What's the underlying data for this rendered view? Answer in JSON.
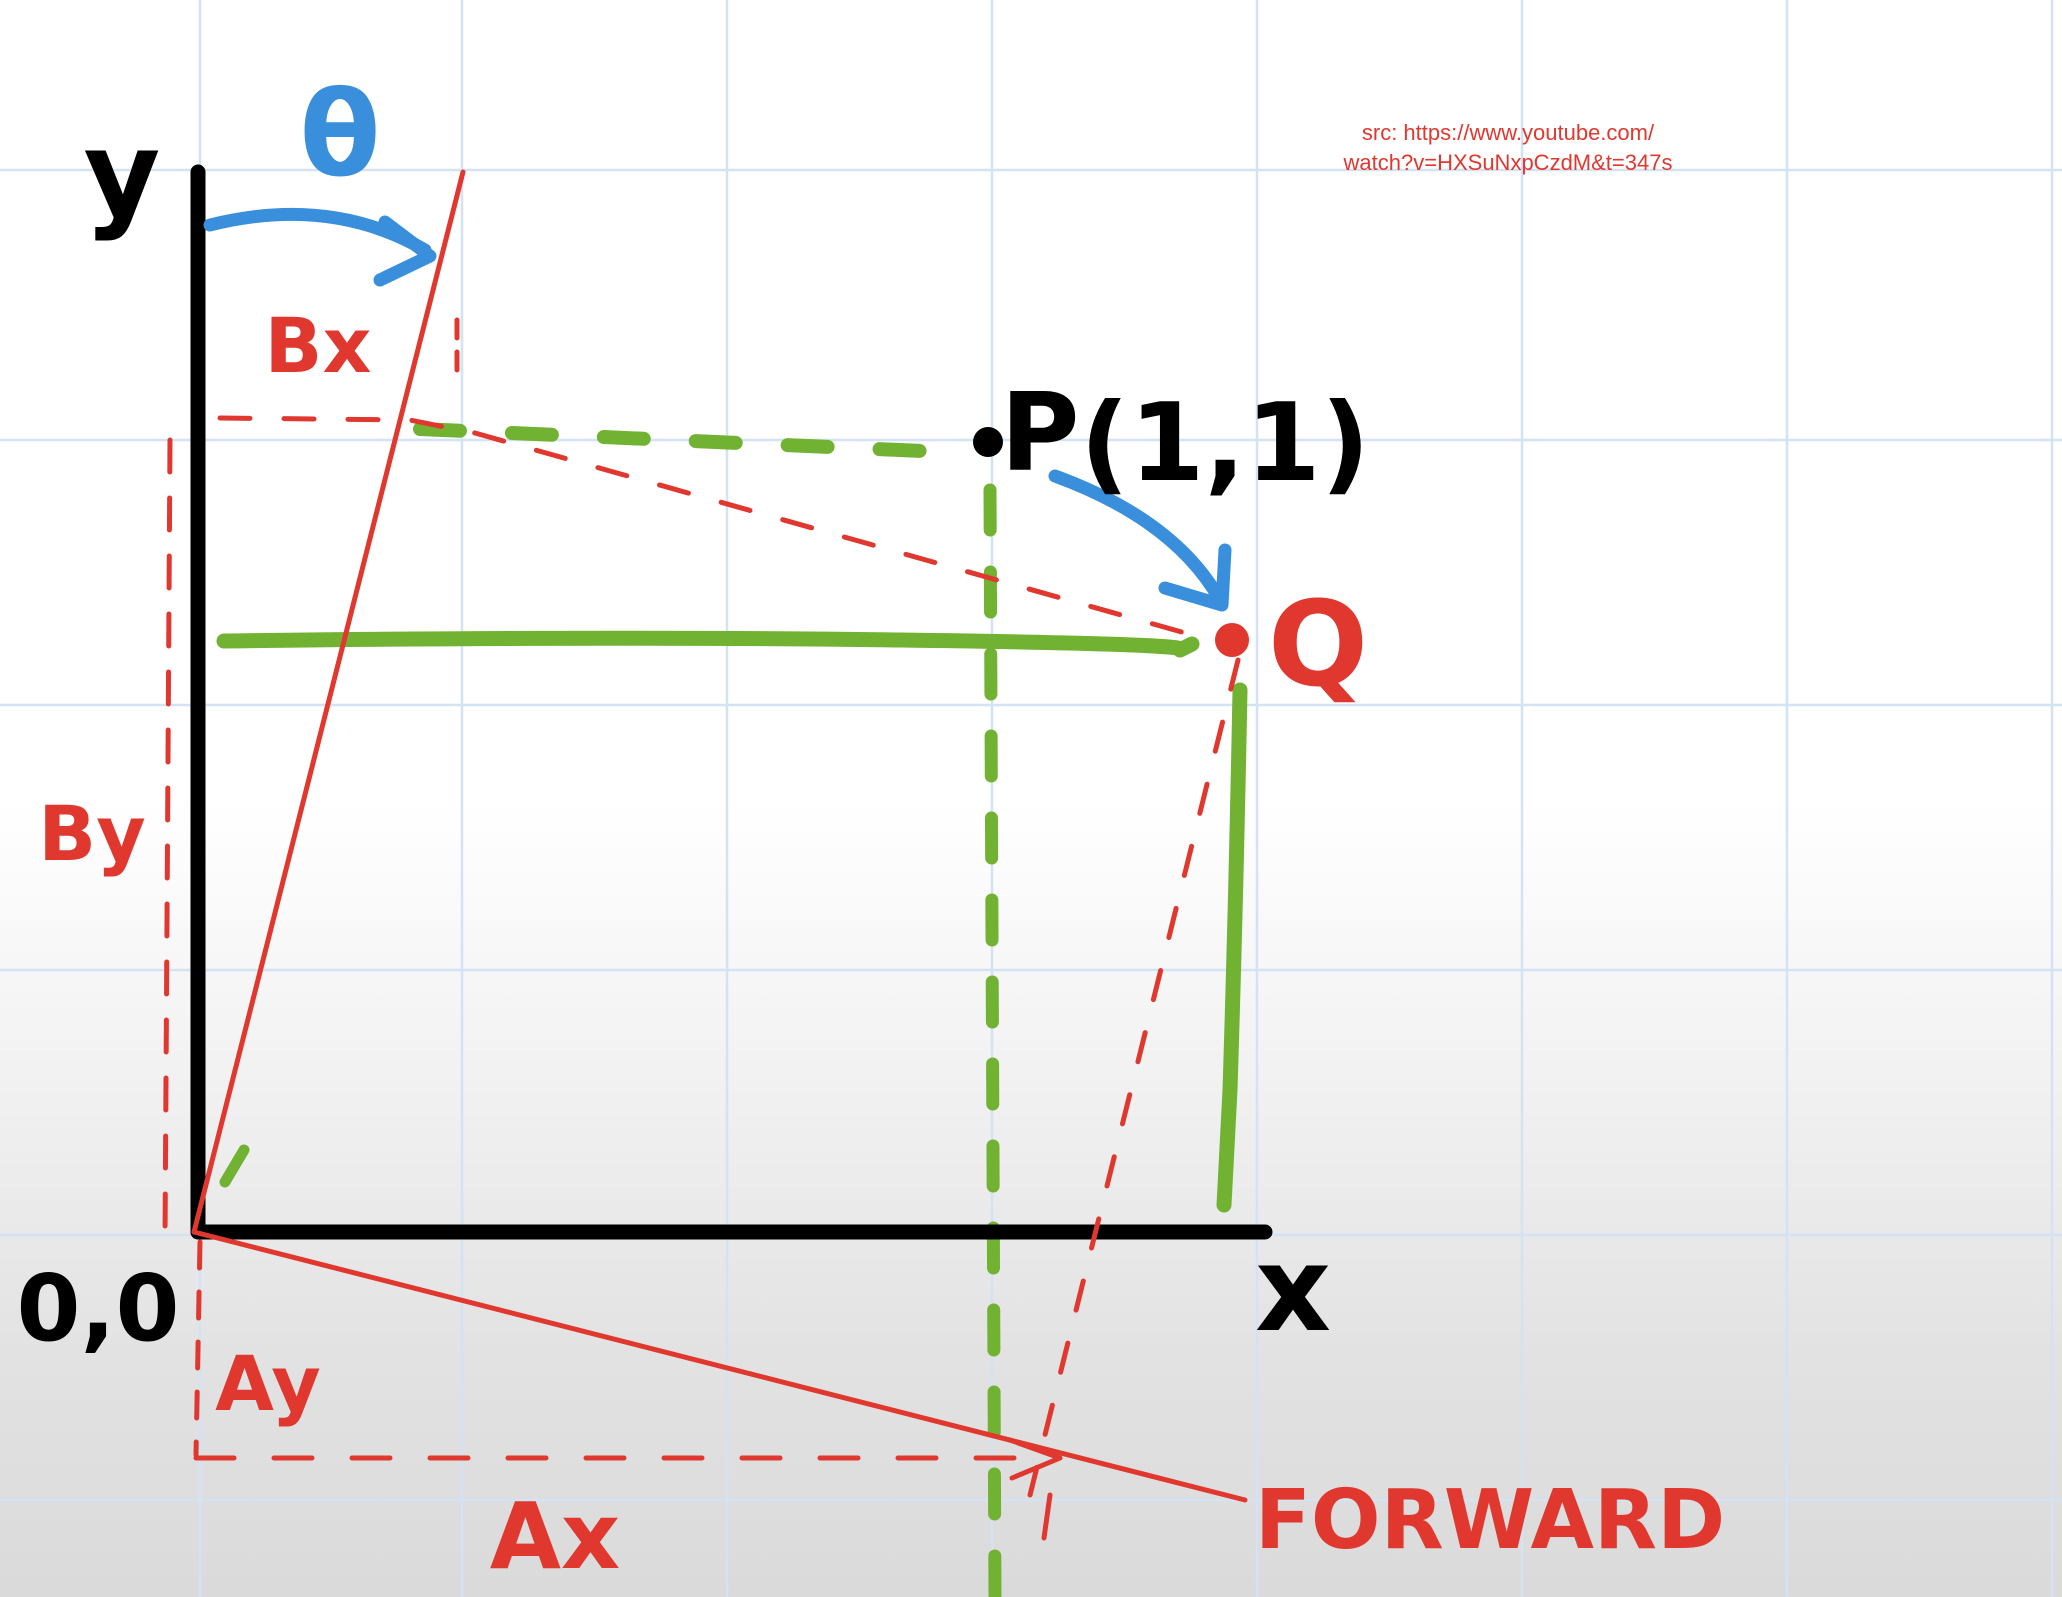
{
  "source_note": {
    "line1": "src:  https://www.youtube.com/",
    "line2": "watch?v=HXSuNxpCzdM&t=347s"
  },
  "labels": {
    "y_axis": "y",
    "x_axis": "x",
    "origin": "0,0",
    "theta": "θ",
    "point_p": "P",
    "point_p_coords": "(1,1)",
    "point_q": "Q",
    "bx": "Bx",
    "by": "By",
    "ay": "Ay",
    "ax": "Ax",
    "forward": "FORWARD"
  },
  "colors": {
    "axis": "#000000",
    "red": "#e0382f",
    "green": "#72b233",
    "blue": "#3a8fdc",
    "grid": "#d3e3f3",
    "source_text": "#e0382f"
  }
}
